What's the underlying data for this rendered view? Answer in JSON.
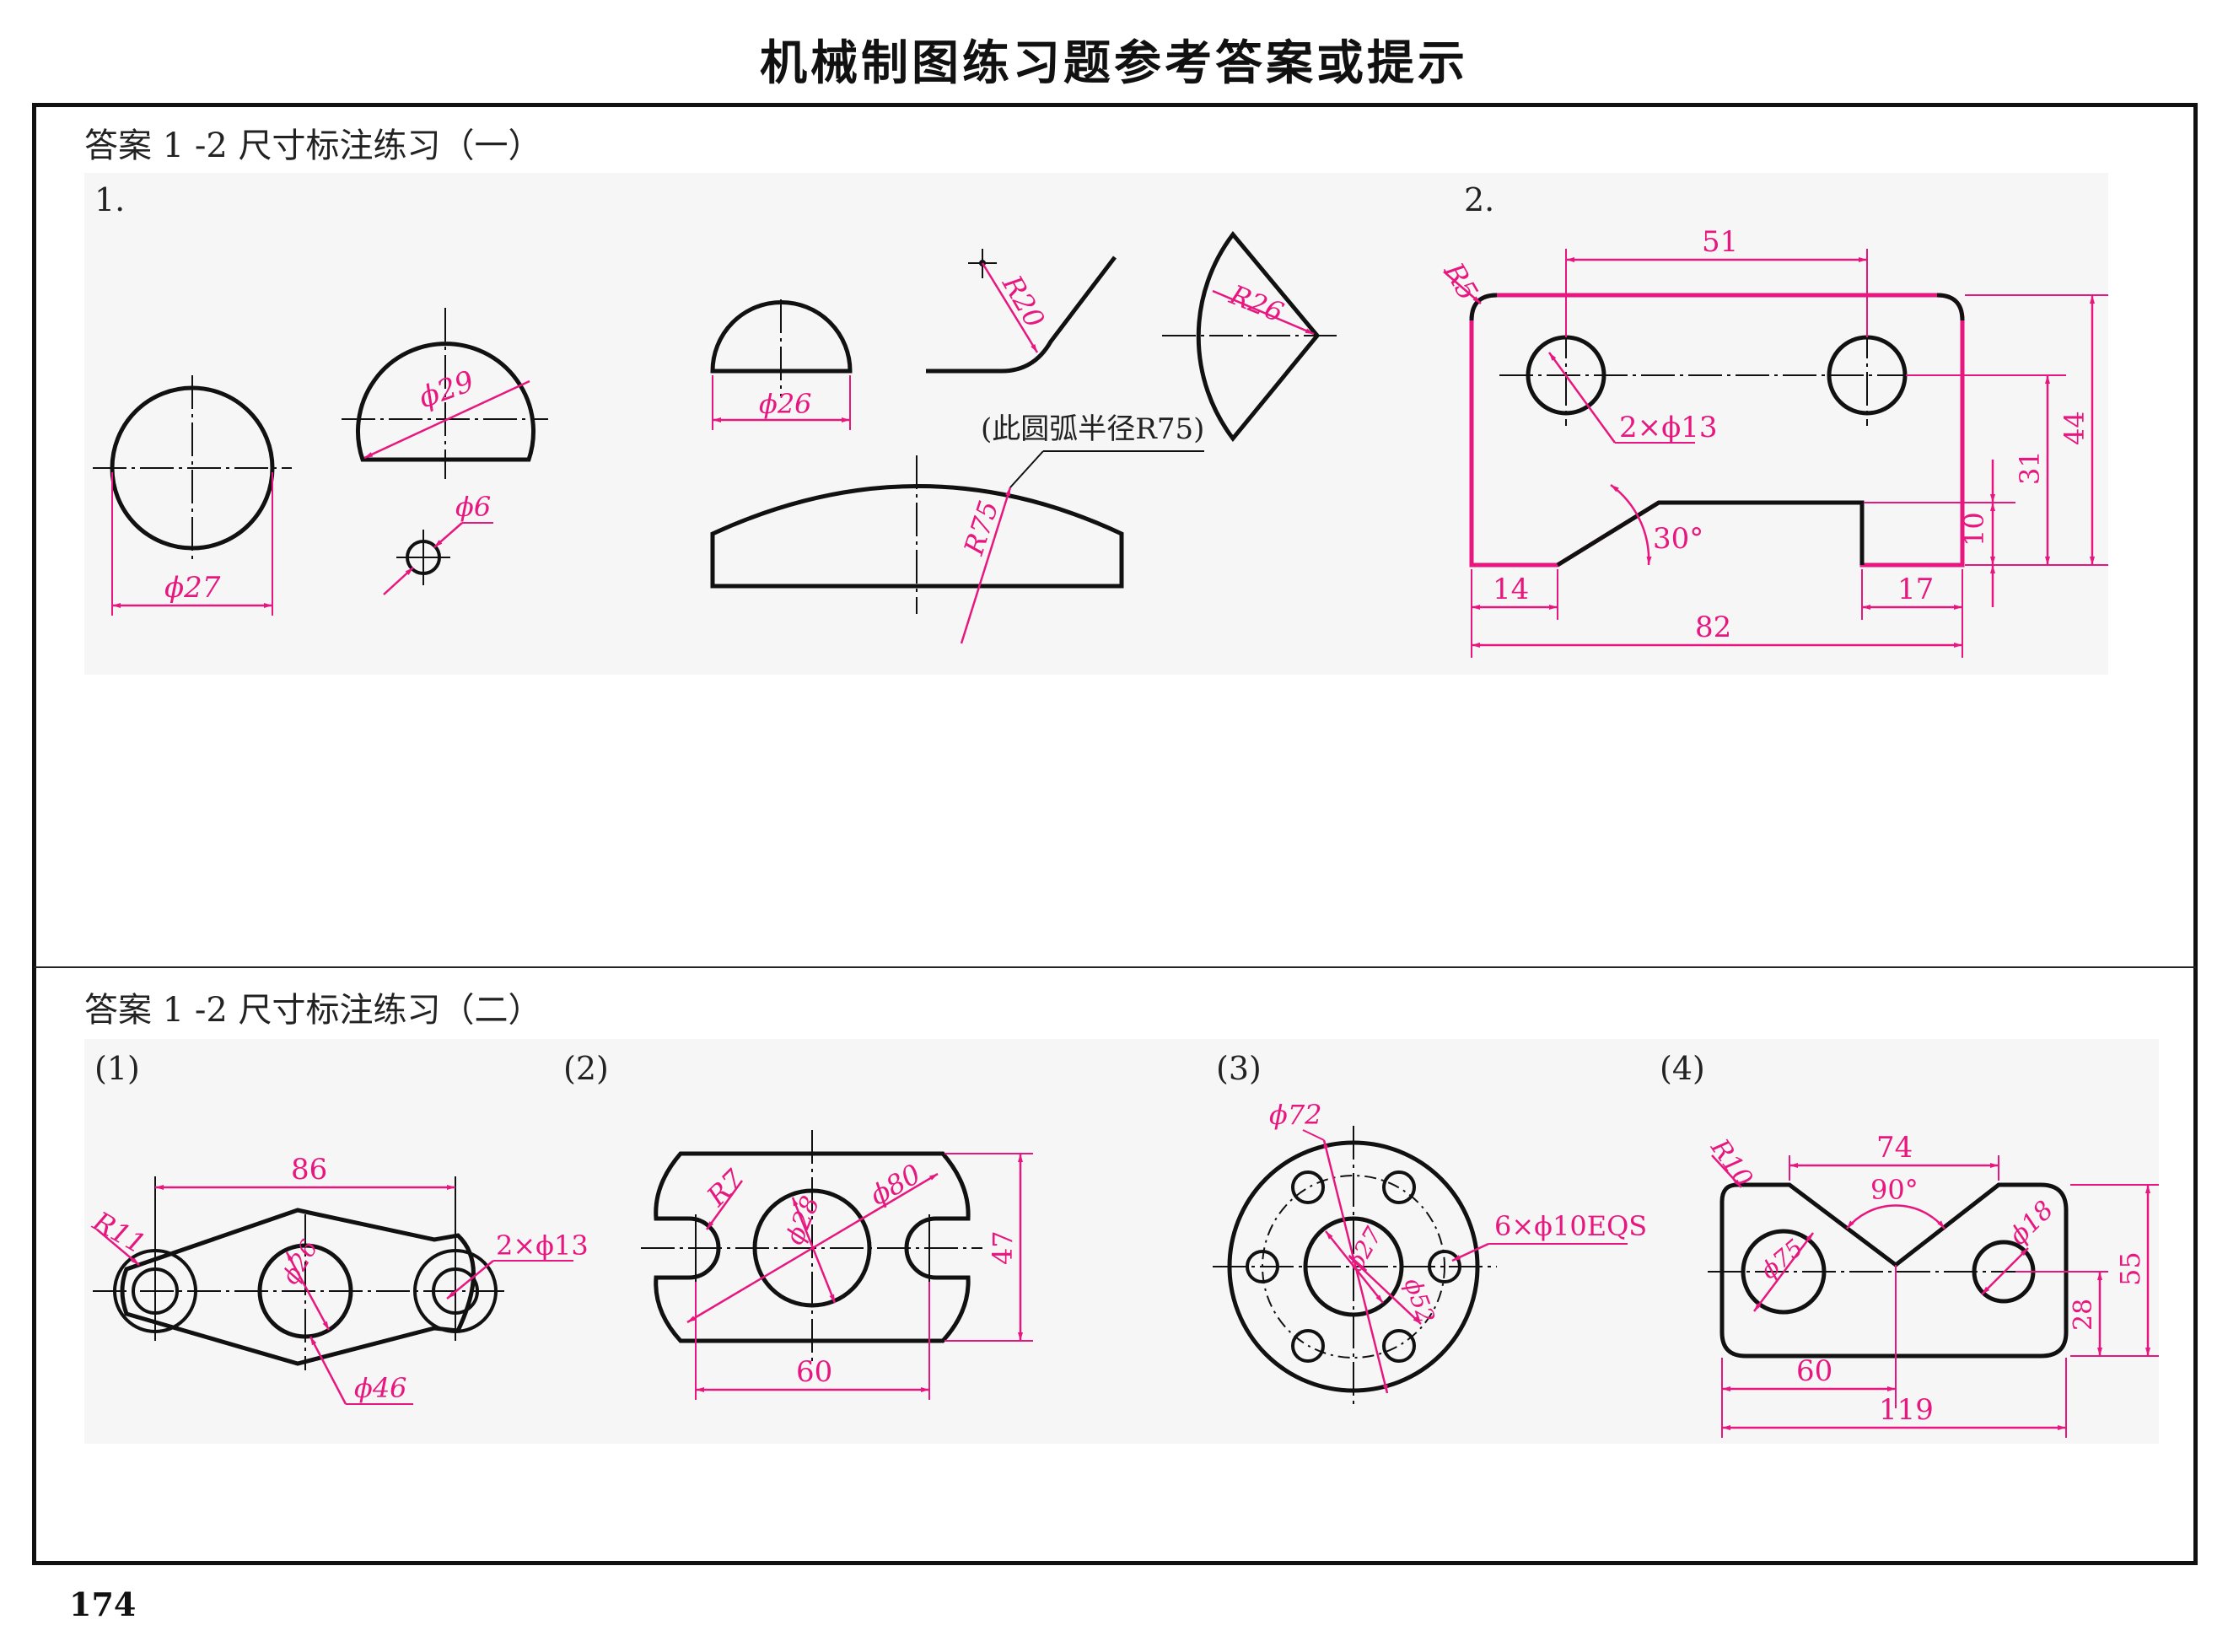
{
  "title": "机械制图练习题参考答案或提示",
  "page_number": "174",
  "colors": {
    "dimension": "#e8177f",
    "outline": "#111111",
    "panel": "#f6f6f6"
  },
  "section1": {
    "heading": "答案 1 -2 尺寸标注练习（一）",
    "part1_label": "1.",
    "part2_label": "2.",
    "dims": {
      "d27": "ϕ27",
      "d29": "ϕ29",
      "d6": "ϕ6",
      "d26": "ϕ26",
      "r20": "R20",
      "r26": "R26",
      "r75": "R75",
      "note_r75": "(此圆弧半径R75)",
      "r5": "R5",
      "w51": "51",
      "holes": "2×ϕ13",
      "ang30": "30°",
      "w14": "14",
      "w17": "17",
      "w82": "82",
      "h10": "10",
      "h31": "31",
      "h44": "44"
    }
  },
  "section2": {
    "heading": "答案 1 -2 尺寸标注练习（二）",
    "labels": [
      "(1)",
      "(2)",
      "(3)",
      "(4)"
    ],
    "fig1": {
      "w86": "86",
      "r11": "R11",
      "holes": "2×ϕ13",
      "d26": "ϕ26",
      "d46": "ϕ46"
    },
    "fig2": {
      "r7": "R7",
      "d28": "ϕ28",
      "d80": "ϕ80",
      "h47": "47",
      "w60": "60"
    },
    "fig3": {
      "d72": "ϕ72",
      "d27": "ϕ27",
      "d52": "ϕ52",
      "holes": "6×ϕ10EQS"
    },
    "fig4": {
      "r10": "R10",
      "w74": "74",
      "ang90": "90°",
      "d75": "ϕ75",
      "d18": "ϕ18",
      "h55": "55",
      "h28": "28",
      "w60": "60",
      "w119": "119"
    }
  }
}
